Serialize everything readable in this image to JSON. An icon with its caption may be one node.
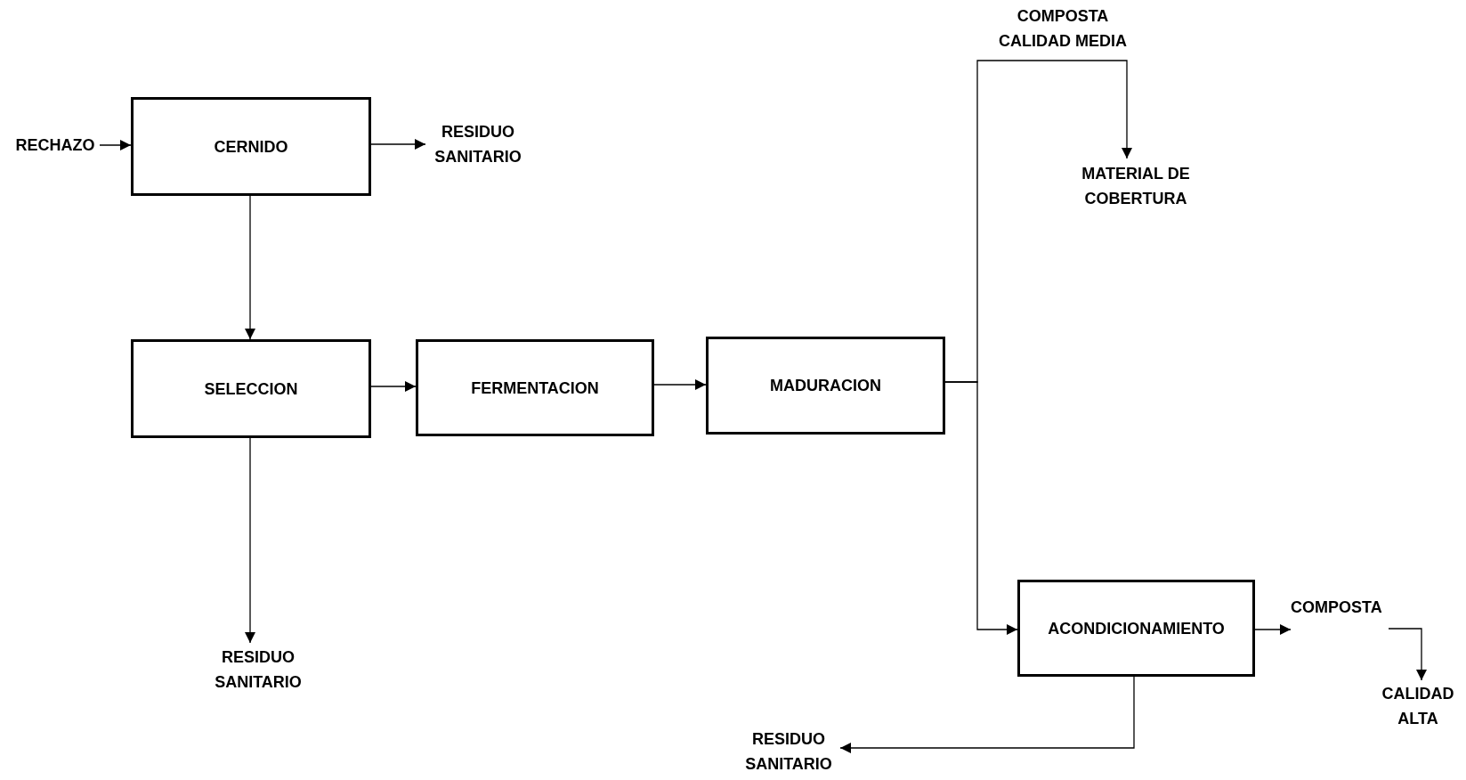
{
  "diagram": {
    "nodes": [
      {
        "text": [
          "RECHAZO"
        ]
      },
      {
        "text": [
          "CERNIDO"
        ]
      },
      {
        "text": [
          "RESIDUO SANITARIO"
        ]
      },
      {
        "text": [
          "SELECCION"
        ]
      },
      {
        "text": [
          "FERMENTACION"
        ]
      },
      {
        "text": [
          "MADURACION"
        ]
      },
      {
        "text": [
          "MATERIAL DE COBERTURA"
        ]
      },
      {
        "text": [
          "ACONDICIONAMIENTO"
        ]
      },
      {
        "text": [
          "RESIDUO SANITARIO"
        ]
      },
      {
        "text": [
          "COMPOSTA"
        ]
      },
      {
        "text": [
          "CALIDAD ALTA"
        ]
      },
      {
        "text": [
          "RESIDUO SANITARIO"
        ]
      }
    ],
    "edges": [
      {
        "from": 0,
        "to": 1,
        "arrow": "to"
      },
      {
        "from": 1,
        "to": 2,
        "arrow": "to"
      },
      {
        "from": 1,
        "to": 3,
        "arrow": "to"
      },
      {
        "from": 3,
        "to": 4,
        "arrow": "to"
      },
      {
        "from": 4,
        "to": 5,
        "arrow": "to"
      },
      {
        "from": 3,
        "to": 8,
        "arrow": "to"
      },
      {
        "from": 5,
        "to": 6,
        "arrow": "to",
        "label": "COMPOSTA CALIDAD MEDIA"
      },
      {
        "from": 5,
        "to": 7,
        "arrow": "to"
      },
      {
        "from": 7,
        "to": 9,
        "arrow": "to"
      },
      {
        "from": 9,
        "to": 10,
        "arrow": "to"
      },
      {
        "from": 7,
        "to": 11,
        "arrow": "to"
      }
    ]
  }
}
